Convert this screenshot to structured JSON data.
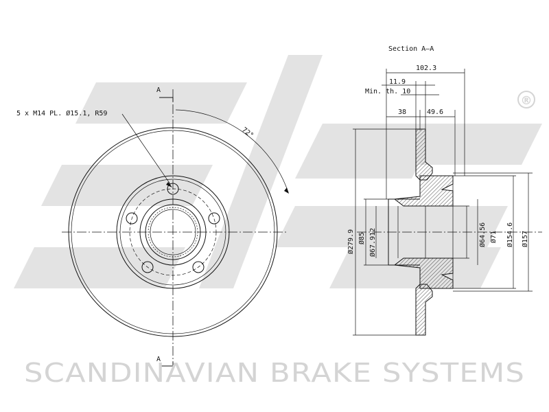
{
  "section_title": "Section A–A",
  "section_markers": [
    "A",
    "A"
  ],
  "callouts": {
    "bolt_holes": "5 x M14 PL. Ø15.1, R59",
    "angle": "72°"
  },
  "dimensions": {
    "overall_height": "102.3",
    "d_11_9": "11.9",
    "min_thickness": "Min. th. 10",
    "d_38": "38",
    "d_49_6": "49.6",
    "dia_279_9": "Ø279.9",
    "dia_85": "Ø85",
    "dia_67_912": "Ø67.912",
    "dia_64_56": "Ø64.56",
    "dia_71": "Ø71",
    "dia_154_6": "Ø154.6",
    "dia_157": "Ø157"
  },
  "brand": {
    "text": "SCANDINAVIAN BRAKE SYSTEMS",
    "registered_mark": "®",
    "logo_letters": "sbs"
  },
  "colors": {
    "line": "#111111",
    "watermark": "#e3e3e3",
    "hatch": "#222222"
  }
}
